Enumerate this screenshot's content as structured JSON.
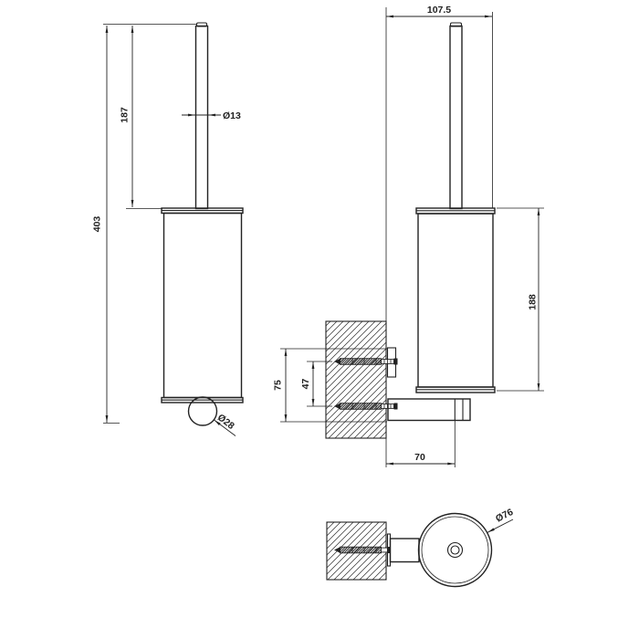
{
  "colors": {
    "line": "#222222",
    "background": "#ffffff"
  },
  "dims": {
    "front": {
      "total_height": "403",
      "handle_height": "187",
      "handle_diameter": "Ø13",
      "knob_diameter": "Ø28"
    },
    "side": {
      "overall_depth": "107.5",
      "container_height": "188",
      "bracket_height": "75",
      "screw_spacing": "47",
      "arm_depth": "70"
    },
    "plan": {
      "container_diameter": "Ø76"
    }
  }
}
